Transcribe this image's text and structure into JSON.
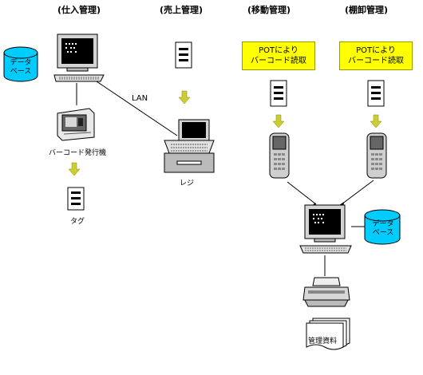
{
  "headers": {
    "purchase": "(仕入管理)",
    "sales": "(売上管理)",
    "movement": "(移動管理)",
    "inventory": "(棚卸管理)"
  },
  "labels": {
    "database_left_line1": "データ",
    "database_left_line2": "ベース",
    "database_right_line1": "データ",
    "database_right_line2": "ベース",
    "barcode_printer": "バーコード発行機",
    "tag": "タグ",
    "lan": "LAN",
    "register": "レジ",
    "pot_movement_line1": "POTにより",
    "pot_movement_line2": "バーコード読取",
    "pot_inventory_line1": "POTにより",
    "pot_inventory_line2": "バーコード読取",
    "management_docs": "管理資料"
  },
  "colors": {
    "database_fill": "#00ccff",
    "pot_box_fill": "#ffff00",
    "down_arrow_fill": "#cccc33"
  }
}
